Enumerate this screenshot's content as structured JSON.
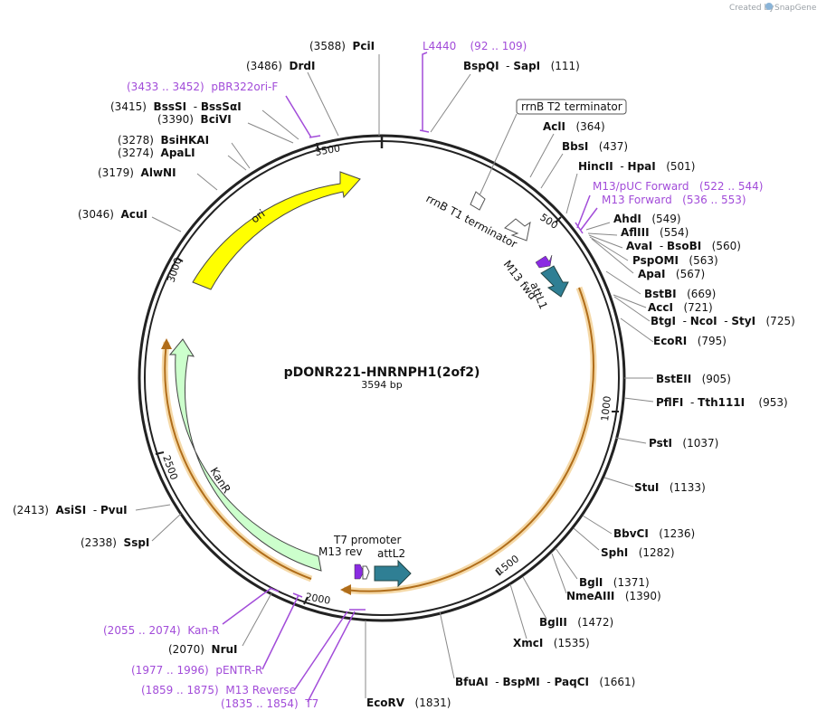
{
  "credit": {
    "prefix": "Created by",
    "brand": "SnapGene"
  },
  "map": {
    "name": "pDONR221-HNRNPH1(2of2)",
    "length_label": "3594 bp",
    "length": 3594
  },
  "colors": {
    "purple": "#a24cd9",
    "backbone": "#222222",
    "ori": "#ffff00",
    "kanr": "#ccffcc",
    "att": "#2f7f94",
    "orange": "#e6a040"
  },
  "ticks": [
    "500",
    "1000",
    "1500",
    "2000",
    "2500",
    "3000",
    "3500"
  ],
  "sites": [
    {
      "pos": "(3588)",
      "names": [
        "PciI"
      ],
      "angle": -2
    },
    {
      "pos": "(111)",
      "names": [
        "BspQI",
        "SapI"
      ],
      "angle": 12
    },
    {
      "pos": "(3486)",
      "names": [
        "DrdI"
      ],
      "angle": -12
    },
    {
      "pos": "(364)",
      "names": [
        "AclI"
      ],
      "angle": 36
    },
    {
      "pos": "(437)",
      "names": [
        "BbsI"
      ],
      "angle": 44
    },
    {
      "pos": "(501)",
      "names": [
        "HincII",
        "HpaI"
      ],
      "angle": 50
    },
    {
      "pos": "(3415)",
      "names": [
        "BssSI",
        "BssSαI"
      ],
      "angle": -18
    },
    {
      "pos": "(3390)",
      "names": [
        "BciVI"
      ],
      "angle": -20
    },
    {
      "pos": "(549)",
      "names": [
        "AhdI"
      ],
      "angle": 55
    },
    {
      "pos": "(554)",
      "names": [
        "AflIII"
      ],
      "angle": 56
    },
    {
      "pos": "(560)",
      "names": [
        "AvaI",
        "BsoBI"
      ],
      "angle": 56
    },
    {
      "pos": "(3278)",
      "names": [
        "BsiHKAI"
      ],
      "angle": -32
    },
    {
      "pos": "(3274)",
      "names": [
        "ApaLI"
      ],
      "angle": -32
    },
    {
      "pos": "(563)",
      "names": [
        "PspOMI"
      ],
      "angle": 56
    },
    {
      "pos": "(567)",
      "names": [
        "ApaI"
      ],
      "angle": 57
    },
    {
      "pos": "(3179)",
      "names": [
        "AlwNI"
      ],
      "angle": -42
    },
    {
      "pos": "(669)",
      "names": [
        "BstBI"
      ],
      "angle": 67
    },
    {
      "pos": "(721)",
      "names": [
        "AccI"
      ],
      "angle": 72
    },
    {
      "pos": "(725)",
      "names": [
        "BtgI",
        "NcoI",
        "StyI"
      ],
      "angle": 73
    },
    {
      "pos": "(3046)",
      "names": [
        "AcuI"
      ],
      "angle": -55
    },
    {
      "pos": "(795)",
      "names": [
        "EcoRI"
      ],
      "angle": 80
    },
    {
      "pos": "(905)",
      "names": [
        "BstEII"
      ],
      "angle": 91
    },
    {
      "pos": "(953)",
      "names": [
        "PflFI",
        "Tth111I"
      ],
      "angle": 95
    },
    {
      "pos": "(1037)",
      "names": [
        "PstI"
      ],
      "angle": 104
    },
    {
      "pos": "(1133)",
      "names": [
        "StuI"
      ],
      "angle": 113
    },
    {
      "pos": "(1236)",
      "names": [
        "BbvCI"
      ],
      "angle": 124
    },
    {
      "pos": "(1282)",
      "names": [
        "SphI"
      ],
      "angle": 128
    },
    {
      "pos": "(2413)",
      "names": [
        "AsiSI",
        "PvuI"
      ],
      "angle": -118
    },
    {
      "pos": "(1371)",
      "names": [
        "BglI"
      ],
      "angle": 137
    },
    {
      "pos": "(1390)",
      "names": [
        "NmeAIII"
      ],
      "angle": 139
    },
    {
      "pos": "(2338)",
      "names": [
        "SspI"
      ],
      "angle": -126
    },
    {
      "pos": "(1472)",
      "names": [
        "BglII"
      ],
      "angle": 147
    },
    {
      "pos": "(1535)",
      "names": [
        "XmcI"
      ],
      "angle": 154
    },
    {
      "pos": "(1661)",
      "names": [
        "BfuAI",
        "BspMI",
        "PaqCI"
      ],
      "angle": 166
    },
    {
      "pos": "(2070)",
      "names": [
        "NruI"
      ],
      "angle": -153
    },
    {
      "pos": "(1831)",
      "names": [
        "EcoRV"
      ],
      "angle": 179
    }
  ],
  "primers": [
    {
      "name": "L4440",
      "range": "(92 .. 109)"
    },
    {
      "name": "pBR322ori-F",
      "range": "(3433 .. 3452)"
    },
    {
      "name": "M13/pUC Forward",
      "range": "(522 .. 544)"
    },
    {
      "name": "M13 Forward",
      "range": "(536 .. 553)"
    },
    {
      "name": "Kan-R",
      "range": "(2055 .. 2074)"
    },
    {
      "name": "pENTR-R",
      "range": "(1977 .. 1996)"
    },
    {
      "name": "M13 Reverse",
      "range": "(1859 .. 1875)"
    },
    {
      "name": "T7",
      "range": "(1835 .. 1854)"
    }
  ],
  "features": {
    "rrnb_t2": "rrnB T2 terminator",
    "rrnb_t1": "rrnB T1 terminator",
    "m13fwd": "M13 fwd",
    "attl1": "attL1",
    "ori": "ori",
    "kanr": "KanR",
    "t7prom": "T7 promoter",
    "m13rev": "M13 rev",
    "attl2": "attL2"
  }
}
